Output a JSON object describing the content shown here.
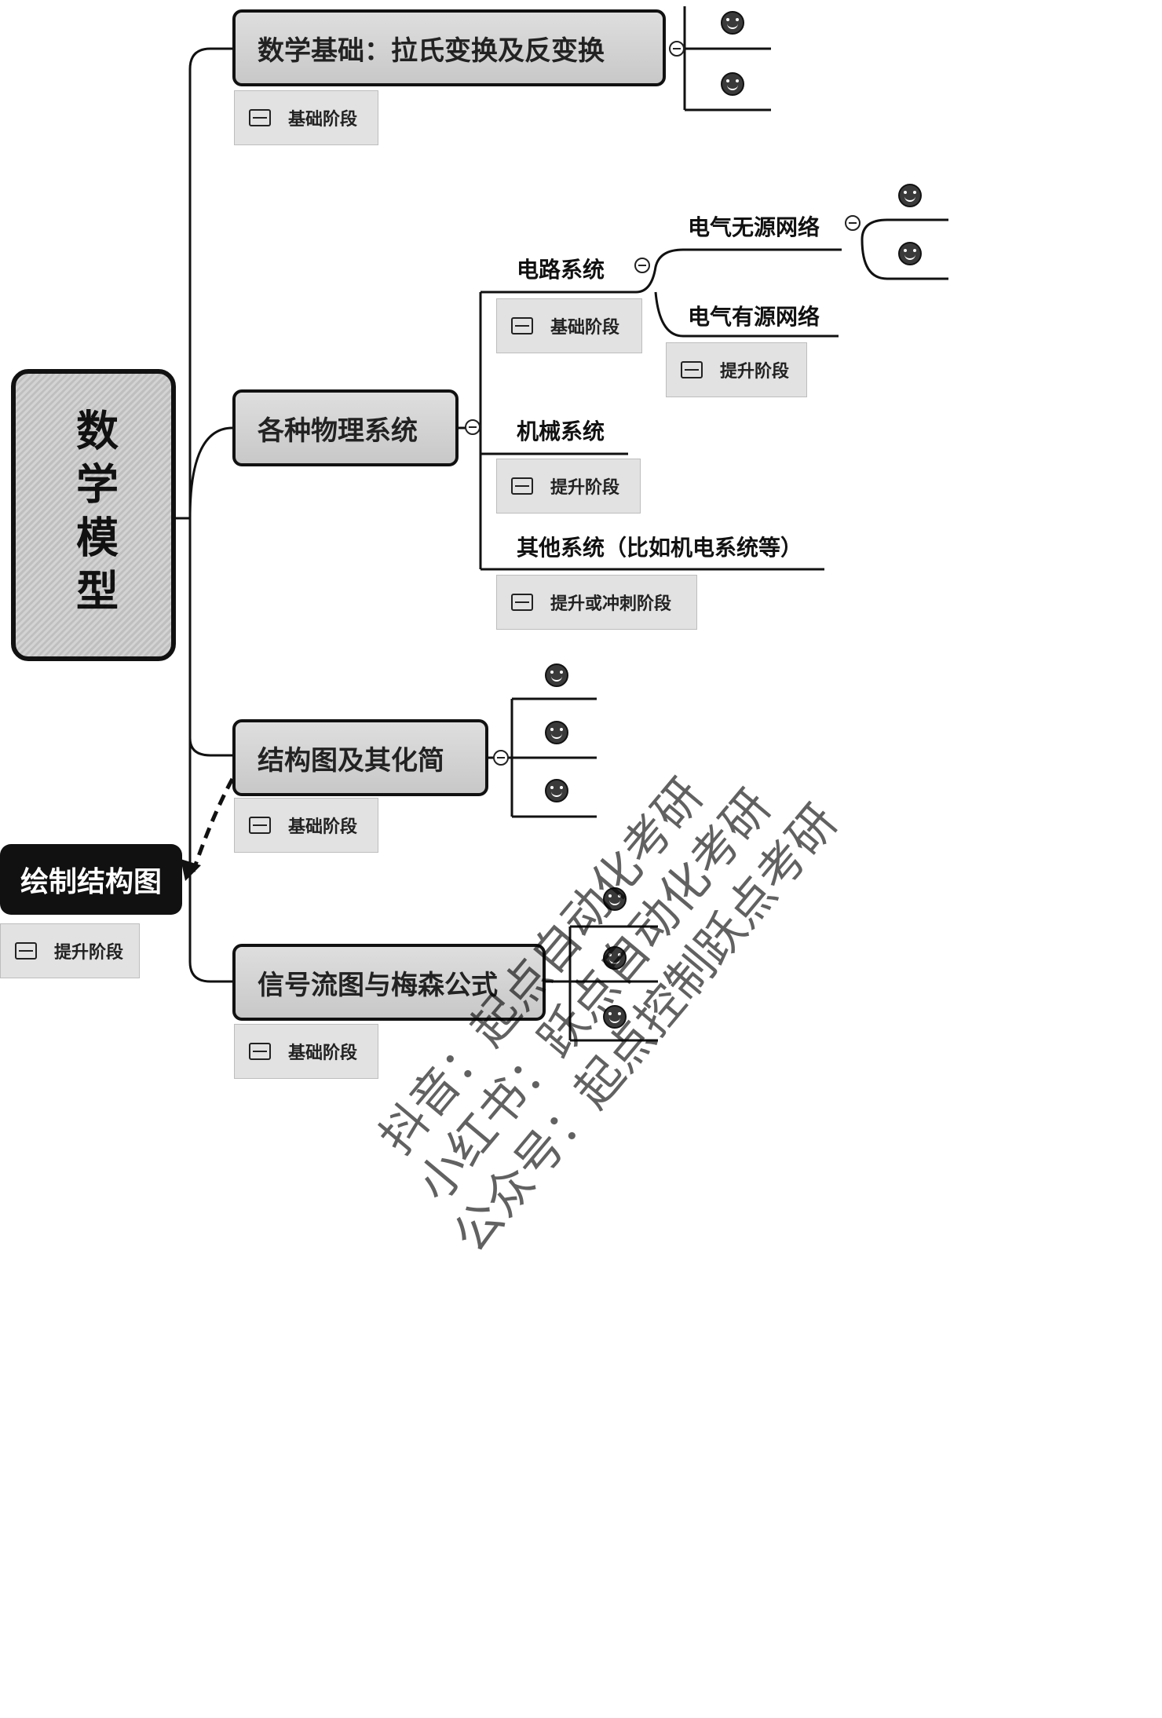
{
  "root": {
    "label": "数学模型"
  },
  "topics": [
    {
      "label": "数学基础：拉氏变换及反变换",
      "note": "基础阶段"
    },
    {
      "label": "各种物理系统"
    },
    {
      "label": "结构图及其化简",
      "note": "基础阶段"
    },
    {
      "label": "信号流图与梅森公式",
      "note": "基础阶段"
    }
  ],
  "side_topic": {
    "label": "绘制结构图",
    "note": "提升阶段"
  },
  "physical_systems": [
    {
      "label": "电路系统",
      "note": "基础阶段"
    },
    {
      "label": "机械系统",
      "note": "提升阶段"
    },
    {
      "label": "其他系统（比如机电系统等）",
      "note": "提升或冲刺阶段"
    }
  ],
  "circuit_children": [
    {
      "label": "电气无源网络"
    },
    {
      "label": "电气有源网络",
      "note": "提升阶段"
    }
  ],
  "watermark": [
    "抖音：起点自动化考研",
    "小红书：跃点自动化考研",
    "公众号：起点控制跃点考研"
  ],
  "icons": {
    "collapse": "collapse-minus-icon",
    "note": "note-icon",
    "placeholder": "smiley-icon"
  },
  "colors": {
    "line": "#111111",
    "topic_fill": "#d4d4d4",
    "note_fill": "#e2e2e2",
    "side_topic_fill": "#111111"
  }
}
